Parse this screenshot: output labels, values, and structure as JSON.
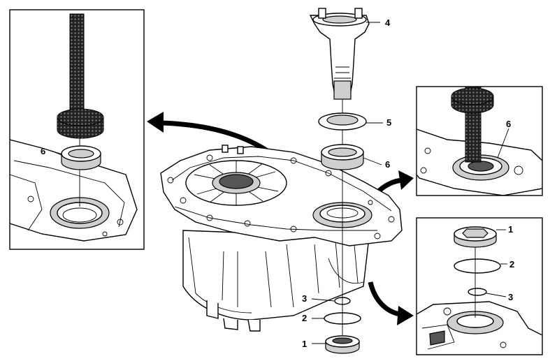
{
  "callouts": {
    "main": {
      "c4": "4",
      "c5": "5",
      "c6": "6",
      "c3": "3",
      "c2": "2",
      "c1": "1"
    },
    "left_inset": {
      "c6": "6"
    },
    "top_right_inset": {
      "c6": "6"
    },
    "bottom_right_inset": {
      "c1": "1",
      "c2": "2",
      "c3": "3"
    }
  },
  "colors": {
    "line": "#000000",
    "background": "#ffffff",
    "shade": "#cfcfcf"
  },
  "icons": [
    "seal-installer-tool",
    "curved-arrow",
    "transfer-case-housing"
  ]
}
